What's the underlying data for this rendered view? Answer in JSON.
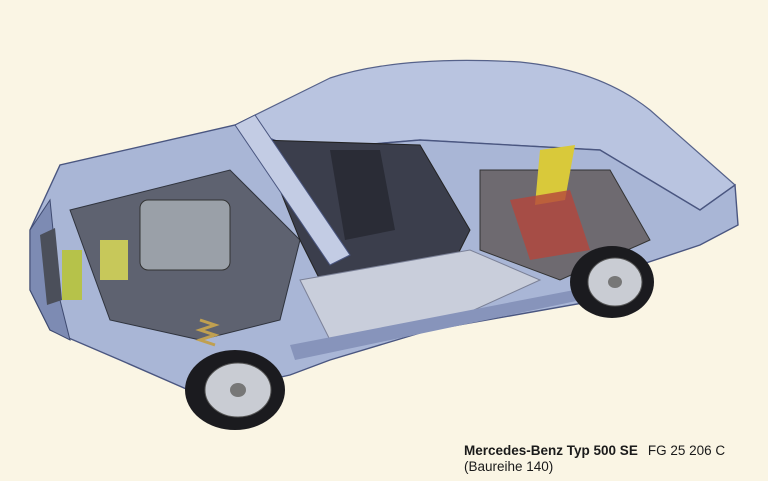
{
  "caption": {
    "model": "Mercedes-Benz Typ 500 SE",
    "code": "FG 25 206 C",
    "series": "(Baureihe 140)"
  },
  "colors": {
    "background": "#faf5e4",
    "body_paint": "#a9b6d6",
    "body_shadow": "#6f7fa8",
    "accent_yellow": "#d9c93a",
    "accent_red": "#b4463c"
  }
}
